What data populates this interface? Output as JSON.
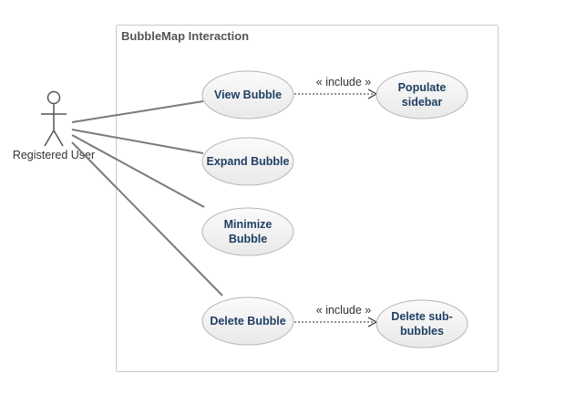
{
  "diagram": {
    "title": "BubbleMap Interaction",
    "actor": {
      "label": "Registered User"
    },
    "use_cases": {
      "view_bubble": [
        "View Bubble"
      ],
      "expand_bubble": [
        "Expand Bubble"
      ],
      "minimize_bubble": [
        "Minimize",
        "Bubble"
      ],
      "delete_bubble": [
        "Delete Bubble"
      ],
      "populate_sidebar": [
        "Populate",
        "sidebar"
      ],
      "delete_sub_bubbles": [
        "Delete sub-",
        "bubbles"
      ]
    },
    "relations": {
      "include_1": "« include »",
      "include_2": "« include »"
    }
  }
}
